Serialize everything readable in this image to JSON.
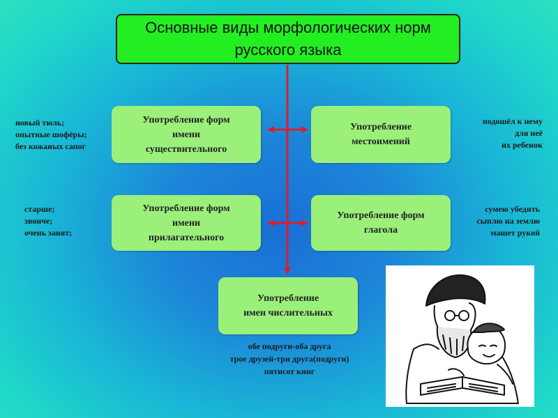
{
  "title": {
    "line1": "Основные виды морфологических норм",
    "line2": "русского языка"
  },
  "boxes": {
    "noun": {
      "line1": "Употребление форм",
      "line2": "имени",
      "line3": "существительного"
    },
    "pronoun": {
      "line1": "Употребление",
      "line2": "местоимений"
    },
    "adjective": {
      "line1": "Употребление форм",
      "line2": "имени",
      "line3": "прилагательного"
    },
    "verb": {
      "line1": "Употребление форм",
      "line2": "глагола"
    },
    "numeral": {
      "line1": "Употребление",
      "line2": "имен числительных"
    }
  },
  "examples": {
    "noun": [
      "новый тюль;",
      "опытные шофёры;",
      "без кожаных сапог"
    ],
    "pronoun": [
      "подошёл к нему",
      "для неё",
      "их ребенок"
    ],
    "adjective": [
      "старше;",
      "звонче;",
      "очень занят;"
    ],
    "verb": [
      "сумею убедить",
      "сыплю на землю",
      "машет рукой"
    ],
    "numeral": [
      "обе подруги-оба друга",
      "трое друзей-три друга(подруги)",
      "пятисот книг"
    ]
  },
  "colors": {
    "title_fill": "#22ee22",
    "box_fill": "#9bf07a",
    "arrow": "#d8202a"
  },
  "illustration": "grandfather-reading-book-with-child"
}
